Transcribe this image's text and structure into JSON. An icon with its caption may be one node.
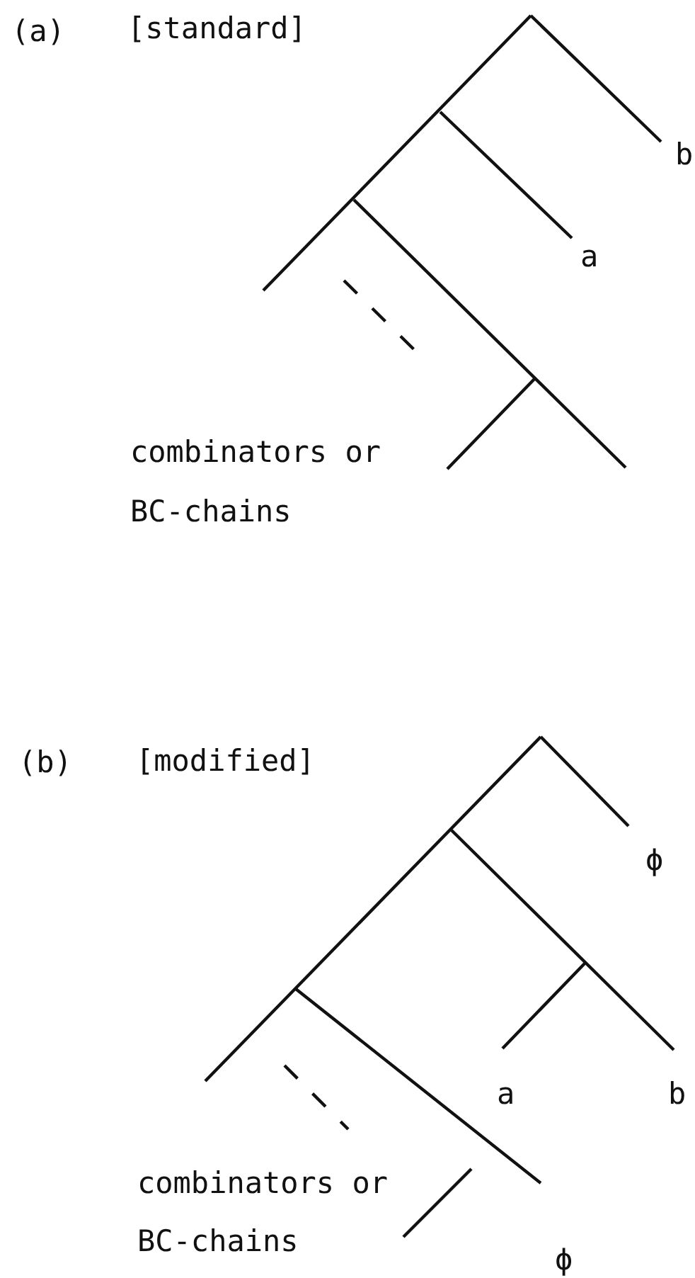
{
  "diagram": {
    "labels": [
      "(a)",
      "[standard]",
      "b",
      "a",
      "combinators or",
      "BC-chains",
      "(b)",
      "[modified]",
      "ϕ",
      "a",
      "b",
      "combinators or",
      "BC-chains",
      "ϕ"
    ]
  }
}
